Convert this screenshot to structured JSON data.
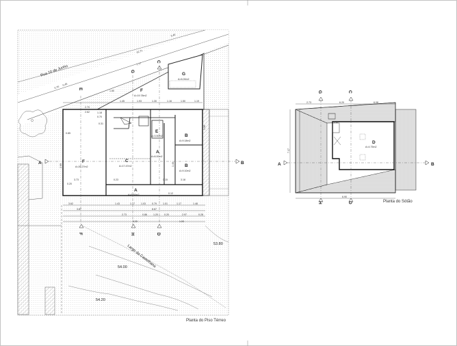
{
  "ground_floor": {
    "caption": "Planta do Piso Térreo",
    "street": "Rua 10 de Junho",
    "square": "Largo da Castelhana",
    "rooms": [
      {
        "letter": "G",
        "area": "A=6.00m2"
      },
      {
        "letter": "F",
        "area": "A=19.78m2"
      },
      {
        "letter": "F",
        "area": "A=26.27m2"
      },
      {
        "letter": "C",
        "area": "A=17.47m2"
      },
      {
        "letter": "A",
        "area": "A=6.00m2"
      },
      {
        "letter": "B",
        "area": "A=9.18m2"
      },
      {
        "letter": "B",
        "area": "A=9.10m2"
      },
      {
        "letter": "A",
        "area": "A=6.60m2"
      },
      {
        "letter": "E",
        "area": "A=3.50m2"
      }
    ],
    "contours": [
      "53.80",
      "54.00",
      "54.20"
    ],
    "dims_h1": [
      "3.62",
      "1.43",
      "1.17",
      "1.03",
      "0.79",
      "1.01",
      "1.17",
      "1.48"
    ],
    "dims_h2": [
      "3.87",
      "8.67"
    ],
    "dims_h3": [
      "2.73",
      "0.86",
      "1.20",
      "0.20",
      "2.97",
      "0.28"
    ],
    "dims_top": [
      "1.45",
      "1.93",
      "1.30",
      "1.16",
      "1.50",
      "1.19"
    ],
    "misc_dims": [
      "3.40",
      "10.71",
      "7.77",
      "0.70",
      "0.45",
      "1.50",
      "2.70",
      "2.62",
      "1.18",
      "0.70",
      "0.31",
      "0.85",
      "3.73",
      "3.18",
      "0.20",
      "0.15",
      "0.23",
      "2.69",
      "1.46",
      "1.96",
      "0.12",
      "5.20",
      "1.00"
    ]
  },
  "attic": {
    "caption": "Planta do Sótão",
    "room": {
      "letter": "D",
      "area": "A=4.75m2"
    },
    "dims": [
      "2.73",
      "6.20",
      "6.08",
      "2.47",
      "7.17",
      "6.90"
    ]
  },
  "sections": [
    "A",
    "B",
    "C",
    "D",
    "E",
    "F",
    "G",
    "H"
  ]
}
